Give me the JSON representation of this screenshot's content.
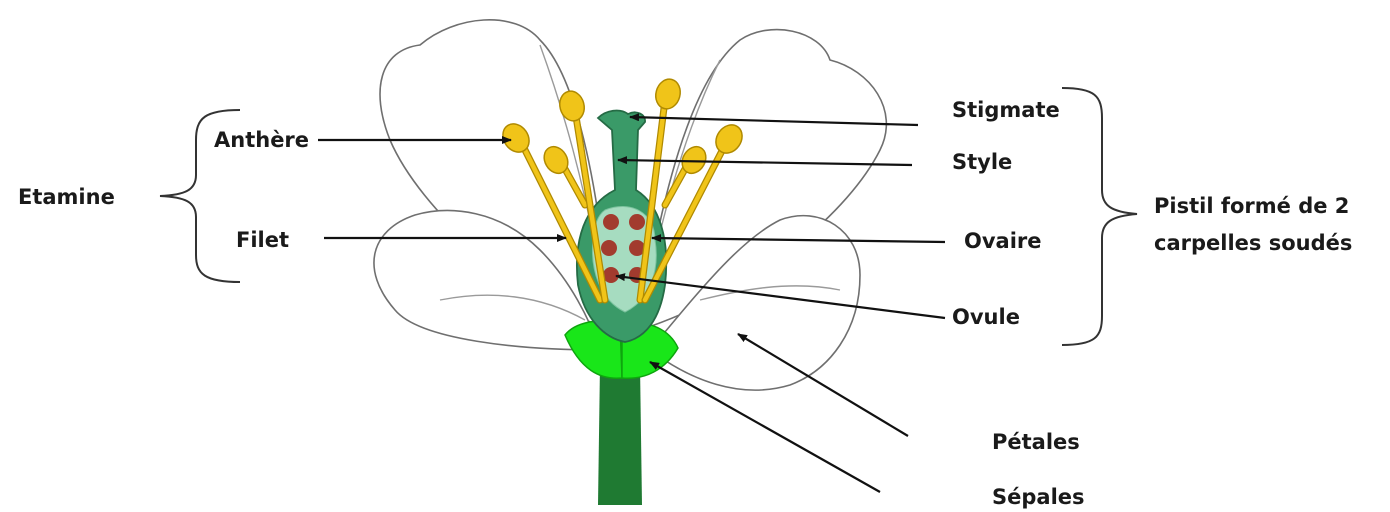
{
  "labels": {
    "etamine": "Etamine",
    "anthere": "Anthère",
    "filet": "Filet",
    "stigmate": "Stigmate",
    "style": "Style",
    "ovaire": "Ovaire",
    "ovule": "Ovule",
    "pistil_line1": "Pistil formé de 2",
    "pistil_line2": "carpelles soudés",
    "petales": "Pétales",
    "sepales": "Sépales"
  },
  "colors": {
    "stem": "#1f7a32",
    "sepal": "#19e619",
    "pistil": "#3a9a68",
    "ovary_inner": "#a6dcc0",
    "ovule": "#a23b2e",
    "stamen": "#f0c419",
    "stamen_outline": "#b08a00",
    "petal_outline": "#6f6f6f"
  }
}
